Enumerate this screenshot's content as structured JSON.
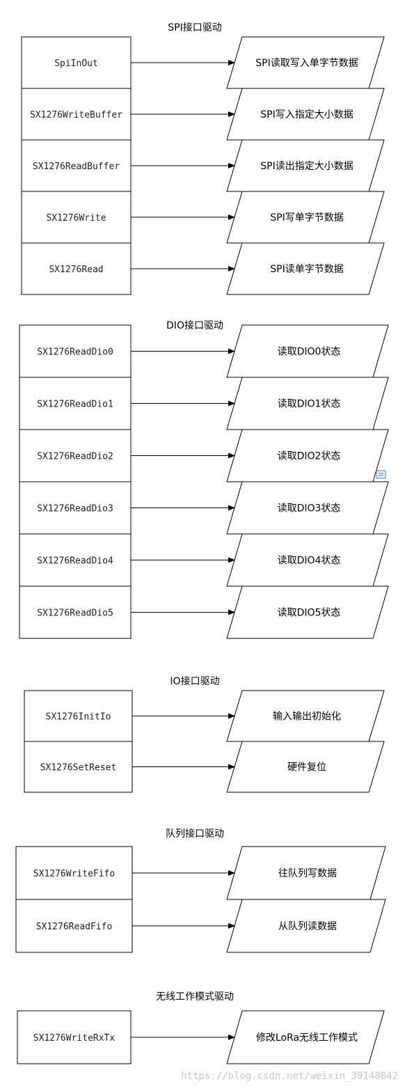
{
  "sections": [
    {
      "title": "SPI接口驱动",
      "rows": [
        {
          "function": "SpiInOut",
          "description": "SPI读取写入单字节数据"
        },
        {
          "function": "SX1276WriteBuffer",
          "description": "SPI写入指定大小数据"
        },
        {
          "function": "SX1276ReadBuffer",
          "description": "SPI读出指定大小数据"
        },
        {
          "function": "SX1276Write",
          "description": "SPI写单字节数据"
        },
        {
          "function": "SX1276Read",
          "description": "SPI读单字节数据"
        }
      ]
    },
    {
      "title": "DIO接口驱动",
      "rows": [
        {
          "function": "SX1276ReadDio0",
          "description": "读取DIO0状态"
        },
        {
          "function": "SX1276ReadDio1",
          "description": "读取DIO1状态"
        },
        {
          "function": "SX1276ReadDio2",
          "description": "读取DIO2状态"
        },
        {
          "function": "SX1276ReadDio3",
          "description": "读取DIO3状态"
        },
        {
          "function": "SX1276ReadDio4",
          "description": "读取DIO4状态"
        },
        {
          "function": "SX1276ReadDio5",
          "description": "读取DIO5状态"
        }
      ]
    },
    {
      "title": "IO接口驱动",
      "rows": [
        {
          "function": "SX1276InitIo",
          "description": "输入输出初始化"
        },
        {
          "function": "SX1276SetReset",
          "description": "硬件复位"
        }
      ]
    },
    {
      "title": "队列接口驱动",
      "rows": [
        {
          "function": "SX1276WriteFifo",
          "description": "往队列写数据"
        },
        {
          "function": "SX1276ReadFifo",
          "description": "从队列读数据"
        }
      ]
    },
    {
      "title": "无线工作模式驱动",
      "rows": [
        {
          "function": "SX1276WriteRxTx",
          "description": "修改LoRa无线工作模式"
        }
      ]
    }
  ],
  "watermark": "https://blog.csdn.net/weixin_39148042",
  "icon": "comment-icon"
}
